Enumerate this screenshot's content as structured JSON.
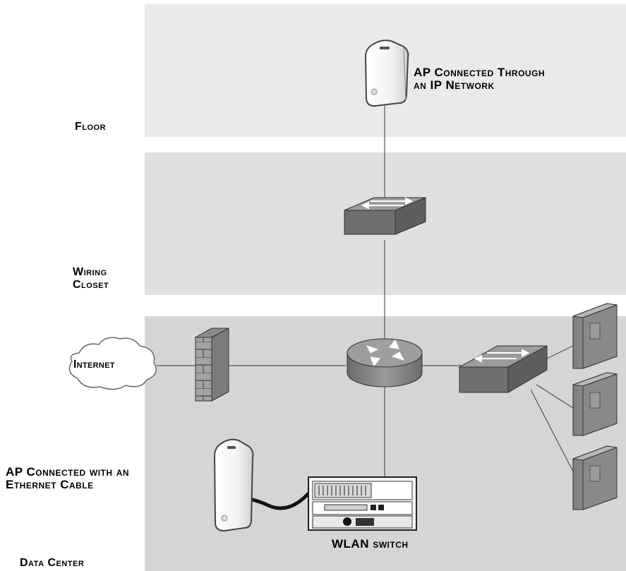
{
  "zones": {
    "floor": "Floor",
    "wiring_closet_line1": "Wiring",
    "wiring_closet_line2": "Closet",
    "data_center": "Data Center"
  },
  "labels": {
    "ap_ip_line1": "AP Connected Through",
    "ap_ip_line2": "an IP Network",
    "ap_eth_line1": "AP Connected with an",
    "ap_eth_line2": "Ethernet Cable",
    "internet": "Internet",
    "wlan_switch_bold": "WLAN",
    "wlan_switch_rest": " switch"
  },
  "colors": {
    "floor_zone": "#ece9ed",
    "closet_zone": "#e2dfe3",
    "datacenter_zone": "#d6d4d6"
  }
}
